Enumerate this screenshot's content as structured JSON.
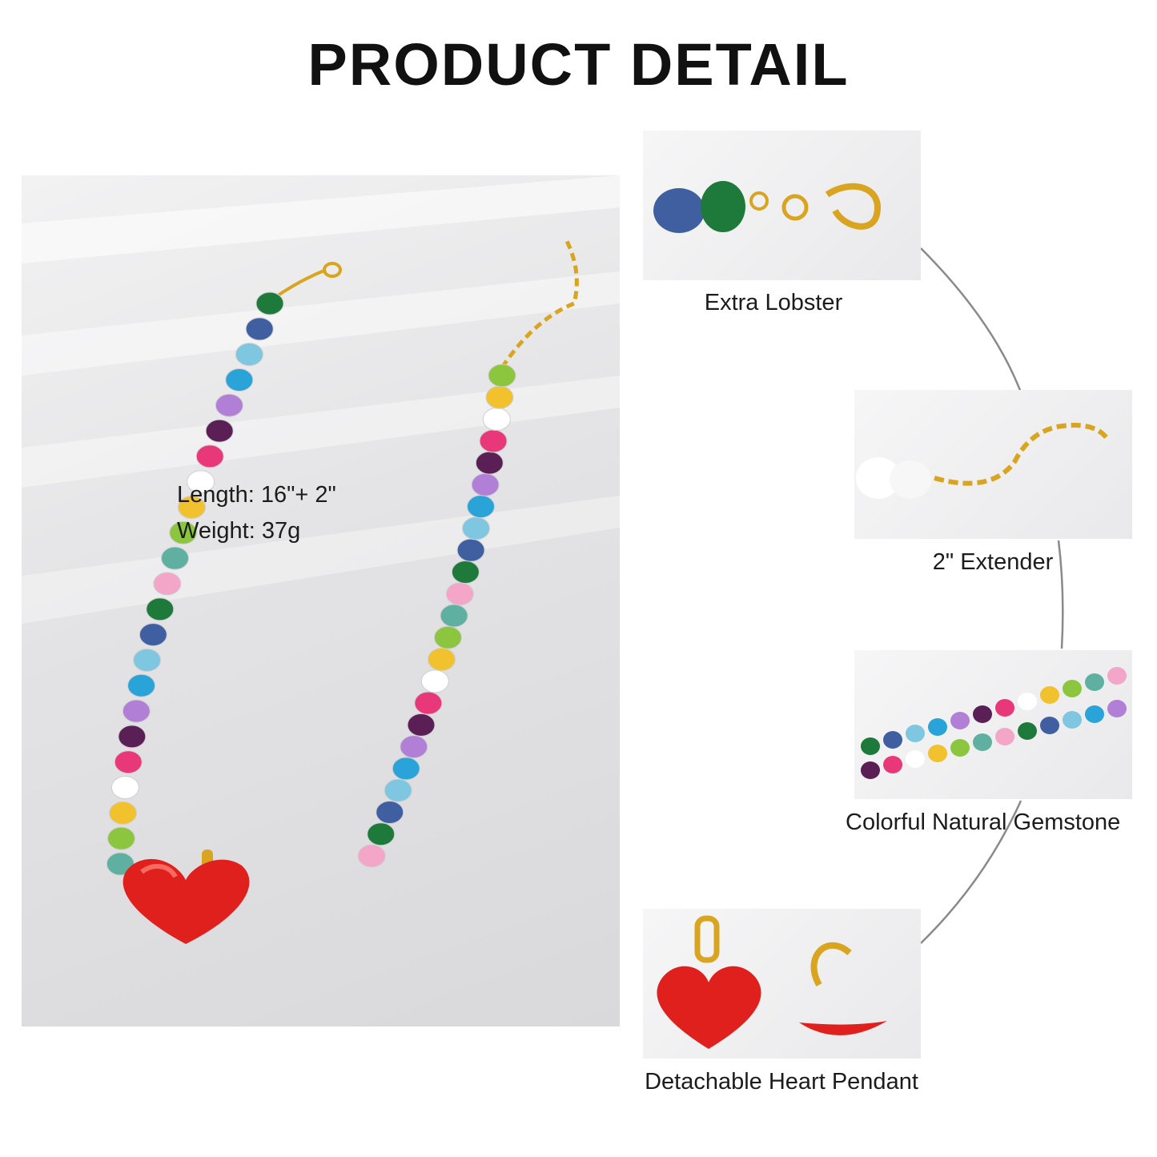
{
  "page": {
    "title": "PRODUCT DETAIL"
  },
  "specs": {
    "length": "Length: 16\"+ 2\"",
    "weight": "Weight: 37g"
  },
  "details": [
    {
      "caption": "Extra Lobster"
    },
    {
      "caption": "2\" Extender"
    },
    {
      "caption": "Colorful Natural Gemstone"
    },
    {
      "caption": "Detachable Heart Pendant"
    }
  ],
  "colors": {
    "heart": "#e0201c",
    "gold": "#d9a520",
    "connector_line": "#8a8a8a"
  }
}
